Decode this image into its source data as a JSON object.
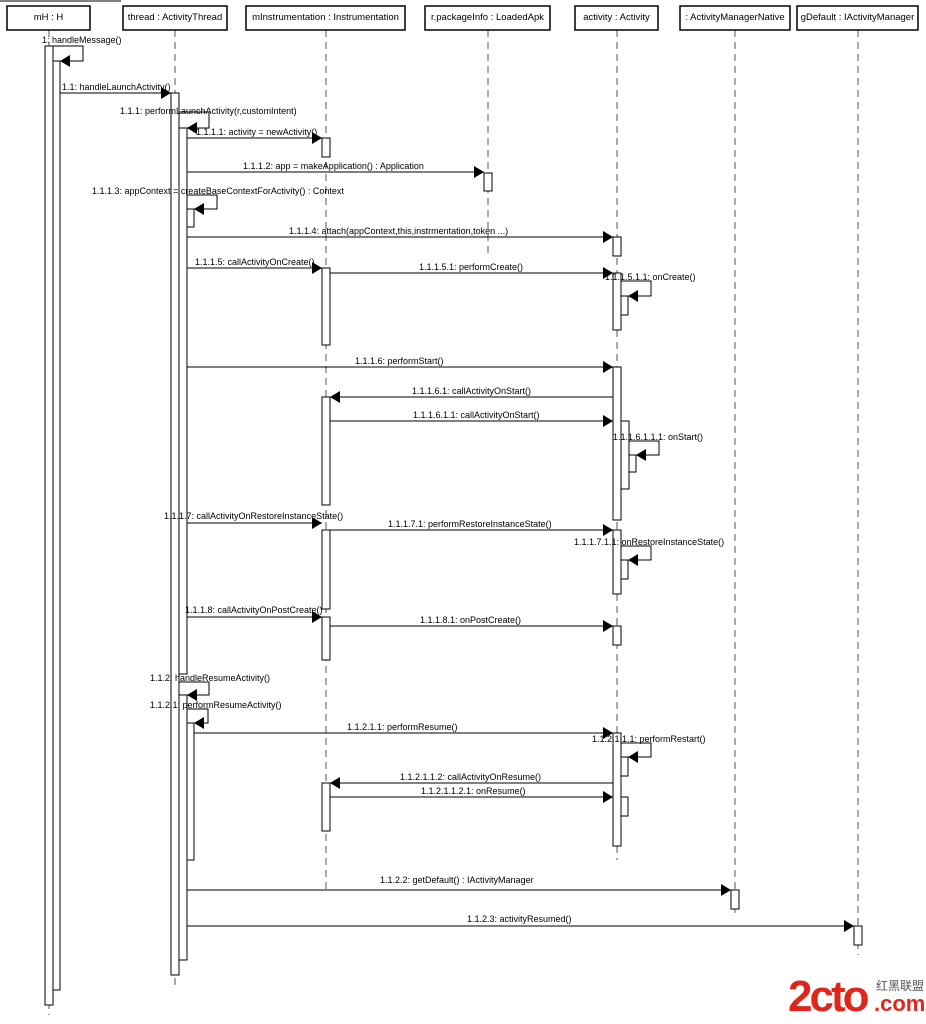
{
  "lifelines": [
    {
      "id": "mH",
      "label": "mH : H"
    },
    {
      "id": "thread",
      "label": "thread : ActivityThread"
    },
    {
      "id": "mInstrumentation",
      "label": "mInstrumentation : Instrumentation"
    },
    {
      "id": "packageInfo",
      "label": "r.packageInfo : LoadedApk"
    },
    {
      "id": "activity",
      "label": "activity : Activity"
    },
    {
      "id": "amn",
      "label": ": ActivityManagerNative"
    },
    {
      "id": "gDefault",
      "label": "gDefault : IActivityManager"
    }
  ],
  "messages": [
    {
      "label": "1: handleMessage()",
      "from": "mH",
      "to": "mH"
    },
    {
      "label": "1.1: handleLaunchActivity()",
      "from": "mH",
      "to": "thread"
    },
    {
      "label": "1.1.1: performLaunchActivity(r,customIntent)",
      "from": "thread",
      "to": "thread"
    },
    {
      "label": "1.1.1.1: activity = newActivity()",
      "from": "thread",
      "to": "mInstrumentation"
    },
    {
      "label": "1.1.1.2: app = makeApplication() : Application",
      "from": "thread",
      "to": "packageInfo"
    },
    {
      "label": "1.1.1.3: appContext = createBaseContextForActivity() : Context",
      "from": "thread",
      "to": "thread"
    },
    {
      "label": "1.1.1.4: attach(appContext,this,instrmentation,token ...)",
      "from": "thread",
      "to": "activity"
    },
    {
      "label": "1.1.1.5: callActivityOnCreate()",
      "from": "thread",
      "to": "mInstrumentation"
    },
    {
      "label": "1.1.1.5.1: performCreate()",
      "from": "mInstrumentation",
      "to": "activity"
    },
    {
      "label": "1.1.1.5.1.1: onCreate()",
      "from": "activity",
      "to": "activity"
    },
    {
      "label": "1.1.1.6: performStart()",
      "from": "thread",
      "to": "activity"
    },
    {
      "label": "1.1.1.6.1: callActivityOnStart()",
      "from": "activity",
      "to": "mInstrumentation"
    },
    {
      "label": "1.1.1.6.1.1: callActivityOnStart()",
      "from": "mInstrumentation",
      "to": "activity"
    },
    {
      "label": "1.1.1.6.1.1.1: onStart()",
      "from": "activity",
      "to": "activity"
    },
    {
      "label": "1.1.1.7: callActivityOnRestoreInstanceState()",
      "from": "thread",
      "to": "mInstrumentation"
    },
    {
      "label": "1.1.1.7.1: performRestoreInstanceState()",
      "from": "mInstrumentation",
      "to": "activity"
    },
    {
      "label": "1.1.1.7.1.1: onRestoreInstanceState()",
      "from": "activity",
      "to": "activity"
    },
    {
      "label": "1.1.1.8: callActivityOnPostCreate()",
      "from": "thread",
      "to": "mInstrumentation"
    },
    {
      "label": "1.1.1.8.1: onPostCreate()",
      "from": "mInstrumentation",
      "to": "activity"
    },
    {
      "label": "1.1.2: handleResumeActivity()",
      "from": "thread",
      "to": "thread"
    },
    {
      "label": "1.1.2.1: performResumeActivity()",
      "from": "thread",
      "to": "thread"
    },
    {
      "label": "1.1.2.1.1: performResume()",
      "from": "thread",
      "to": "activity"
    },
    {
      "label": "1.1.2.1.1.1: performRestart()",
      "from": "activity",
      "to": "activity"
    },
    {
      "label": "1.1.2.1.1.2: callActivityOnResume()",
      "from": "activity",
      "to": "mInstrumentation"
    },
    {
      "label": "1.1.2.1.1.2.1: onResume()",
      "from": "mInstrumentation",
      "to": "activity"
    },
    {
      "label": "1.1.2.2: getDefault() : IActivityManager",
      "from": "thread",
      "to": "amn"
    },
    {
      "label": "1.1.2.3: activityResumed()",
      "from": "thread",
      "to": "gDefault"
    }
  ],
  "watermark": {
    "main": "2cto",
    "domain": ".com",
    "chinese": "红黑联盟",
    "color": "#e1251b"
  }
}
